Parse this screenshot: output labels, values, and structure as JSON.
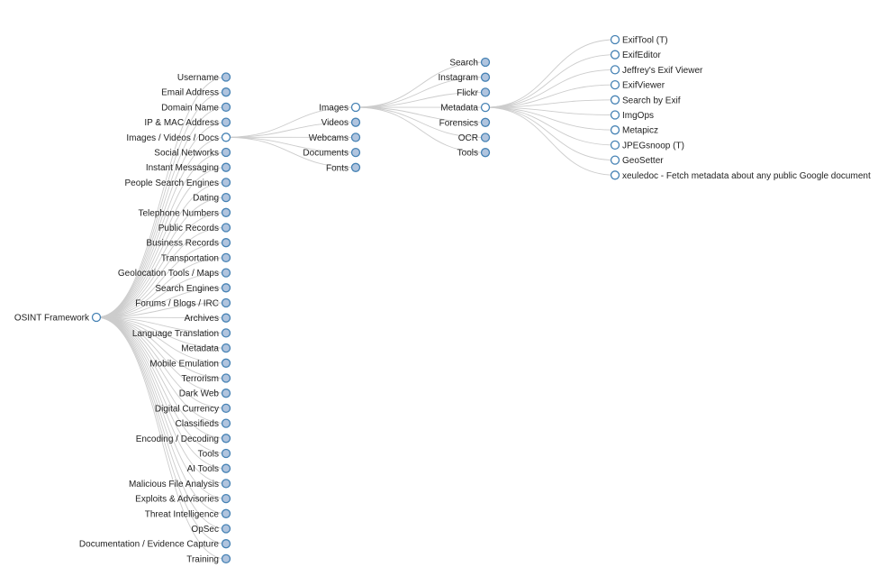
{
  "colors": {
    "collapsed_fill": "#b0c4de",
    "expanded_fill": "#ffffff",
    "node_stroke": "#4682b4",
    "link": "#cccccc",
    "text": "#222222"
  },
  "tree": {
    "name": "OSINT Framework",
    "expanded": true,
    "children": [
      {
        "name": "Username"
      },
      {
        "name": "Email Address"
      },
      {
        "name": "Domain Name"
      },
      {
        "name": "IP & MAC Address"
      },
      {
        "name": "Images / Videos / Docs",
        "expanded": true,
        "children": [
          {
            "name": "Images",
            "expanded": true,
            "children": [
              {
                "name": "Search"
              },
              {
                "name": "Instagram"
              },
              {
                "name": "Flickr"
              },
              {
                "name": "Metadata",
                "expanded": true,
                "children": [
                  {
                    "name": "ExifTool (T)",
                    "leaf": true
                  },
                  {
                    "name": "ExifEditor",
                    "leaf": true
                  },
                  {
                    "name": "Jeffrey's Exif Viewer",
                    "leaf": true
                  },
                  {
                    "name": "ExifViewer",
                    "leaf": true
                  },
                  {
                    "name": "Search by Exif",
                    "leaf": true
                  },
                  {
                    "name": "ImgOps",
                    "leaf": true
                  },
                  {
                    "name": "Metapicz",
                    "leaf": true
                  },
                  {
                    "name": "JPEGsnoop (T)",
                    "leaf": true
                  },
                  {
                    "name": "GeoSetter",
                    "leaf": true
                  },
                  {
                    "name": "xeuledoc - Fetch metadata about any public Google document",
                    "leaf": true
                  }
                ]
              },
              {
                "name": "Forensics"
              },
              {
                "name": "OCR"
              },
              {
                "name": "Tools"
              }
            ]
          },
          {
            "name": "Videos"
          },
          {
            "name": "Webcams"
          },
          {
            "name": "Documents"
          },
          {
            "name": "Fonts"
          }
        ]
      },
      {
        "name": "Social Networks"
      },
      {
        "name": "Instant Messaging"
      },
      {
        "name": "People Search Engines"
      },
      {
        "name": "Dating"
      },
      {
        "name": "Telephone Numbers"
      },
      {
        "name": "Public Records"
      },
      {
        "name": "Business Records"
      },
      {
        "name": "Transportation"
      },
      {
        "name": "Geolocation Tools / Maps"
      },
      {
        "name": "Search Engines"
      },
      {
        "name": "Forums / Blogs / IRC"
      },
      {
        "name": "Archives"
      },
      {
        "name": "Language Translation"
      },
      {
        "name": "Metadata"
      },
      {
        "name": "Mobile Emulation"
      },
      {
        "name": "Terrorism"
      },
      {
        "name": "Dark Web"
      },
      {
        "name": "Digital Currency"
      },
      {
        "name": "Classifieds"
      },
      {
        "name": "Encoding / Decoding"
      },
      {
        "name": "Tools"
      },
      {
        "name": "AI Tools"
      },
      {
        "name": "Malicious File Analysis"
      },
      {
        "name": "Exploits & Advisories"
      },
      {
        "name": "Threat Intelligence"
      },
      {
        "name": "OpSec"
      },
      {
        "name": "Documentation / Evidence Capture"
      },
      {
        "name": "Training"
      }
    ]
  }
}
